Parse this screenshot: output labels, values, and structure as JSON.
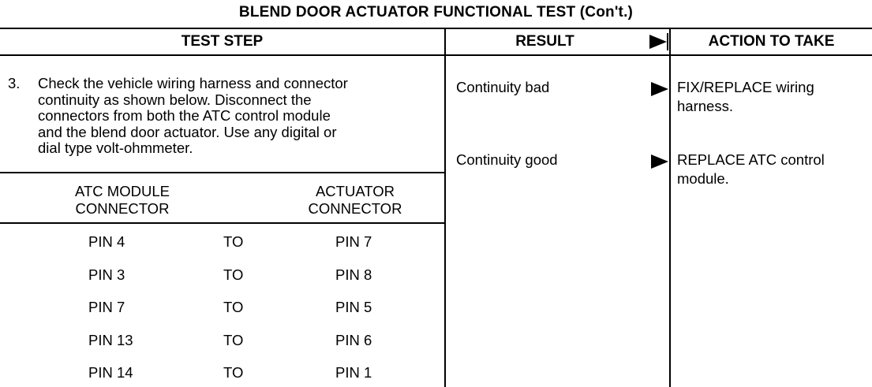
{
  "title": "BLEND DOOR ACTUATOR FUNCTIONAL TEST (Con't.)",
  "headers": {
    "test_step": "TEST STEP",
    "result": "RESULT",
    "action": "ACTION TO TAKE"
  },
  "step": {
    "number": "3.",
    "lines": [
      "Check the vehicle wiring harness and connector",
      "continuity as shown below.  Disconnect the",
      "connectors from both the ATC control module",
      "and the blend door actuator.  Use any digital or",
      "dial type volt-ohmmeter."
    ]
  },
  "pin_table": {
    "col1": [
      "ATC MODULE",
      "CONNECTOR"
    ],
    "col3": [
      "ACTUATOR",
      "CONNECTOR"
    ],
    "rows": [
      {
        "from": "PIN 4",
        "to": "TO",
        "dest": "PIN 7"
      },
      {
        "from": "PIN 3",
        "to": "TO",
        "dest": "PIN 8"
      },
      {
        "from": "PIN 7",
        "to": "TO",
        "dest": "PIN 5"
      },
      {
        "from": "PIN 13",
        "to": "TO",
        "dest": "PIN 6"
      },
      {
        "from": "PIN 14",
        "to": "TO",
        "dest": "PIN 1"
      }
    ]
  },
  "results": [
    {
      "result": "Continuity bad",
      "action_lines": [
        "FIX/REPLACE wiring",
        "harness."
      ]
    },
    {
      "result": "Continuity good",
      "action_lines": [
        "REPLACE ATC control",
        "module."
      ]
    }
  ]
}
